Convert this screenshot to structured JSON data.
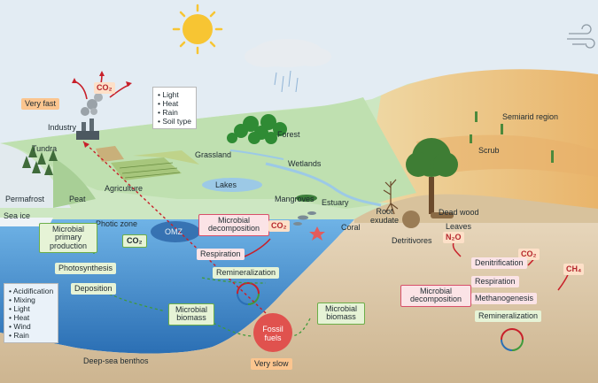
{
  "labels": {
    "very_fast": "Very fast",
    "industry": "Industry",
    "co2_industry": "CO₂",
    "tundra": "Tundra",
    "permafrost": "Permafrost",
    "peat": "Peat",
    "sea_ice": "Sea ice",
    "agriculture": "Agriculture",
    "grassland": "Grassland",
    "forest": "Forest",
    "wetlands": "Wetlands",
    "lakes": "Lakes",
    "mangroves": "Mangroves",
    "estuary": "Estuary",
    "coral": "Coral",
    "semiarid": "Semiarid region",
    "scrub": "Scrub",
    "root_exudate": "Root exudate",
    "dead_wood": "Dead wood",
    "leaves": "Leaves",
    "detritivores": "Detritivores",
    "photic_zone": "Photic zone",
    "omz": "OMZ",
    "deep_sea": "Deep-sea benthos",
    "fossil_fuels": "Fossil fuels",
    "very_slow": "Very slow"
  },
  "climate_factors": [
    "Light",
    "Heat",
    "Rain",
    "Soil type"
  ],
  "ocean_factors": [
    "Acidification",
    "Mixing",
    "Light",
    "Heat",
    "Wind",
    "Rain"
  ],
  "boxes": {
    "microbial_primary_production": "Microbial primary production",
    "ocean_co2": "CO₂",
    "photosynthesis": "Photosynthesis",
    "deposition": "Deposition",
    "microbial_biomass_left": "Microbial biomass",
    "microbial_decomposition_ocean": "Microbial decomposition",
    "respiration_ocean": "Respiration",
    "co2_ocean": "CO₂",
    "remineralization_ocean": "Remineralization",
    "microbial_biomass_right": "Microbial biomass",
    "microbial_decomposition_land": "Microbial decomposition",
    "n2o": "N₂O",
    "co2_land": "CO₂",
    "ch4": "CH₄",
    "denitrification": "Denitrification",
    "respiration_land": "Respiration",
    "methanogenesis": "Methanogenesis",
    "remineralization_land": "Remineralization"
  },
  "colors": {
    "sky": "#e3ecf3",
    "sun": "#f7c533",
    "land_green": "#bfe0b0",
    "semiarid": "#f0c78a",
    "ocean": "#3f8fd1",
    "sediment": "#dcc7a6",
    "flux_red": "#c8202a",
    "flux_green": "#3f9a3a"
  }
}
